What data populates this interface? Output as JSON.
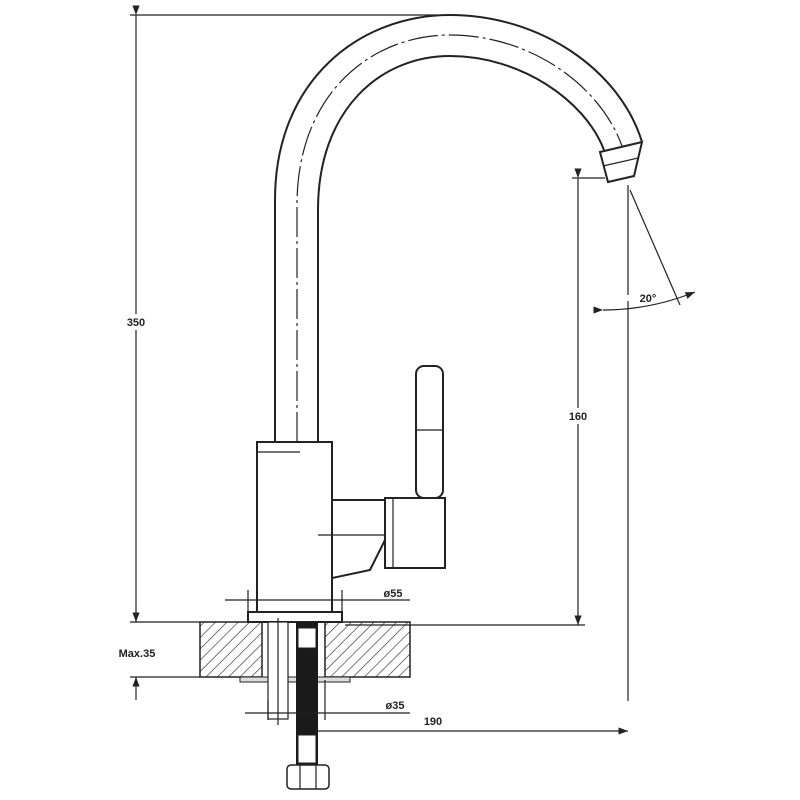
{
  "drawing": {
    "dimensions": {
      "total_height": "350",
      "spout_height": "160",
      "spout_angle": "20°",
      "body_diameter": "ø55",
      "max_counter_thickness": "Max.35",
      "hole_diameter": "ø35",
      "spout_reach": "190"
    }
  }
}
